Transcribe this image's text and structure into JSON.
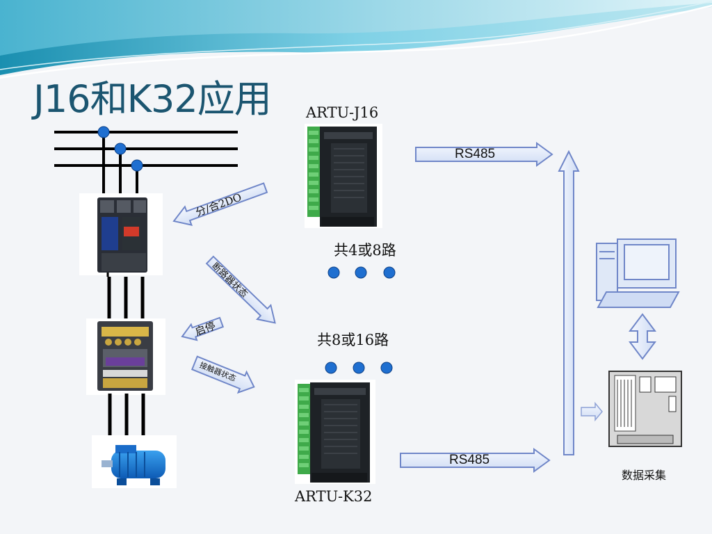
{
  "slide": {
    "title": "J16和K32应用"
  },
  "devices": {
    "j16_label": "ARTU-J16",
    "k32_label": "ARTU-K32",
    "j16_channels": "共4或8路",
    "k32_channels": "共8或16路"
  },
  "arrows": {
    "do_control": "分/合2DO",
    "breaker_state": "断路器状态",
    "start_stop": "启停",
    "contactor_state": "接触器状态",
    "rs485_top": "RS485",
    "rs485_bottom": "RS485"
  },
  "system": {
    "data_collection": "数据采集"
  },
  "colors": {
    "title": "#1b5570",
    "arrow_fill": "#dde6f7",
    "arrow_stroke": "#6f86c8",
    "dot_fill": "#1f6fd0"
  }
}
